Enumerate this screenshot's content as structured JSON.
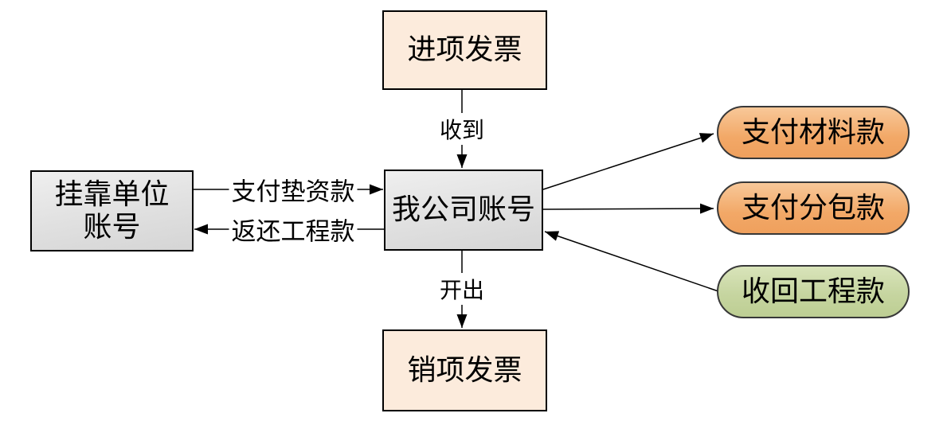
{
  "nodes": {
    "input_invoice": {
      "label": "进项发票"
    },
    "output_invoice": {
      "label": "销项发票"
    },
    "company_account": {
      "label": "我公司账号"
    },
    "affiliate_account": {
      "line1": "挂靠单位",
      "line2": "账号"
    },
    "pay_materials": {
      "label": "支付材料款"
    },
    "pay_subcontract": {
      "label": "支付分包款"
    },
    "recover_funds": {
      "label": "收回工程款"
    }
  },
  "edges": {
    "receive": {
      "label": "收到"
    },
    "issue": {
      "label": "开出"
    },
    "pay_advance": {
      "label": "支付垫资款"
    },
    "return_funds": {
      "label": "返还工程款"
    }
  },
  "colors": {
    "background": "#ffffff",
    "invoice_fill": "#fcebdc",
    "account_fill_top": "#efefef",
    "account_fill_bottom": "#d5d5d5",
    "orange_fill_top": "#f8c899",
    "orange_fill_bottom": "#efa05d",
    "green_fill_top": "#d9e4ba",
    "green_fill_bottom": "#bdce93",
    "border": "#000000",
    "line": "#000000"
  }
}
